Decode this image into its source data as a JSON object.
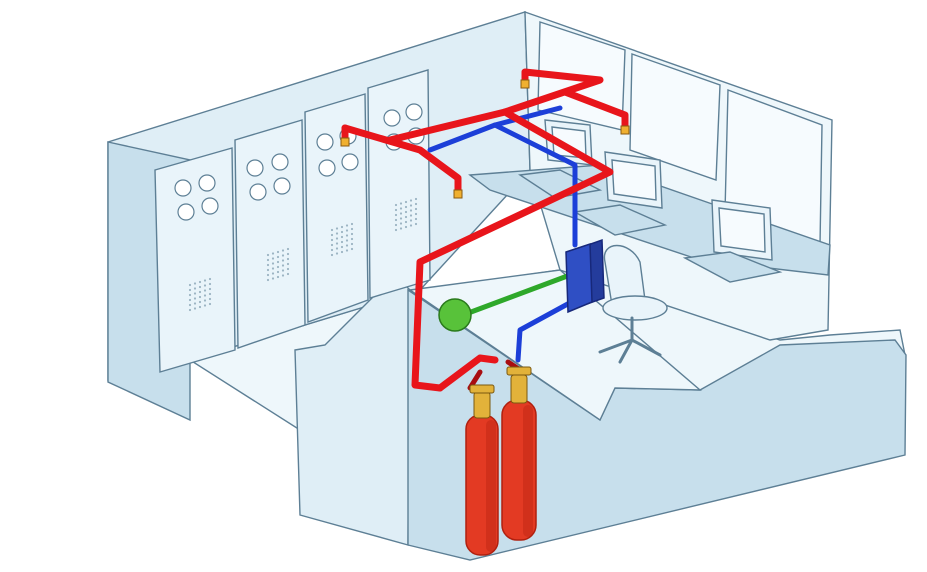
{
  "diagram": {
    "subject": "",
    "colors": {
      "background": "#ffffff",
      "wall": "#dfeef6",
      "wall_dark": "#c7dfec",
      "wall_light": "#eef7fb",
      "outline": "#5d7f95",
      "panel": "#e9f4fa",
      "window": "#f6fbfe",
      "agent_pipe": "#e8151b",
      "agent_pipe_dark": "#a80d10",
      "detection_line": "#1c3fd8",
      "actuation_line": "#2ea82a",
      "control_box": "#2f4fc4",
      "actuator": "#58c23a",
      "cylinder": "#e33a23",
      "cylinder_dark": "#b0200f",
      "valve_brass": "#e2b23a",
      "nozzle": "#f0b030"
    },
    "components": {
      "cylinders": 2,
      "nozzles": 4,
      "equipment_cabinets": 4,
      "computer_terminals": 3,
      "windows": 3
    }
  }
}
